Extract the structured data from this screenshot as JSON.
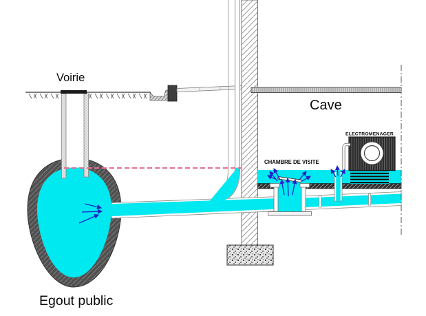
{
  "labels": {
    "street": "Voirie",
    "basement": "Cave",
    "public_sewer": "Egout public",
    "inspection_chamber": "CHAMBRE DE VISITE",
    "appliance": "ELECTROMENAGER"
  },
  "colors": {
    "water": "#00e8f0",
    "flow-arrow": "#2121c8",
    "backflow-level": "#e2718e",
    "structure-dark": "#4f4f4f",
    "slab-dark": "#2f2f2f",
    "appliance-body": "#2c2c2c",
    "curb": "#3f3f3f",
    "manhole-cover": "#1a1a1a"
  }
}
